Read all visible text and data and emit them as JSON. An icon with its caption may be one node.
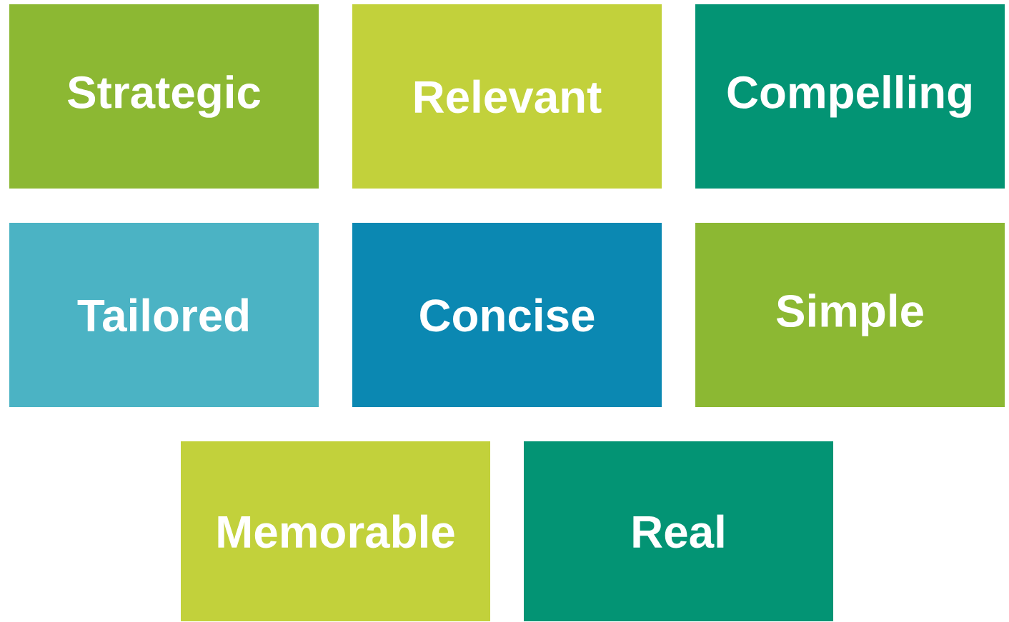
{
  "diagram": {
    "nodes": [
      {
        "text": [
          "Strategic"
        ]
      },
      {
        "text": [
          "Relevant"
        ]
      },
      {
        "text": [
          "Compelling"
        ]
      },
      {
        "text": [
          "Tailored"
        ]
      },
      {
        "text": [
          "Concise"
        ]
      },
      {
        "text": [
          "Simple"
        ]
      },
      {
        "text": [
          "Memorable"
        ]
      },
      {
        "text": [
          "Real"
        ]
      }
    ]
  }
}
